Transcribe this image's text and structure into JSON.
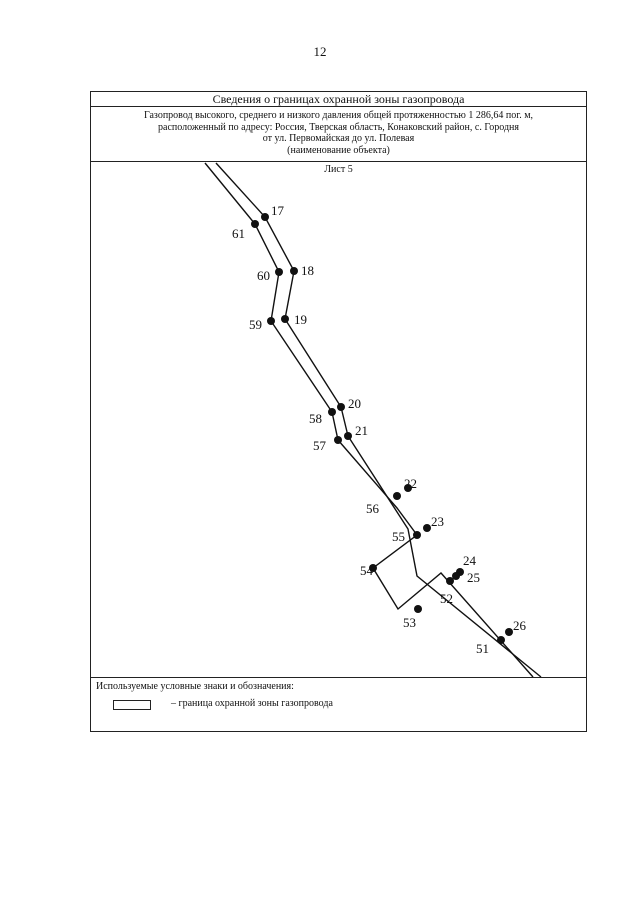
{
  "page_number": "12",
  "header": {
    "title": "Сведения о границах охранной зоны газопровода",
    "object_lines": [
      "Газопровод высокого, среднего и низкого давления общей протяженностью 1 286,64 пог. м,",
      "расположенный по адресу: Россия, Тверская область, Конаковский район, с. Городня",
      "от ул. Первомайская до ул. Полевая",
      "(наименование объекта)"
    ]
  },
  "sheet_label": "Лист 5",
  "points": [
    {
      "label": "17"
    },
    {
      "label": "61"
    },
    {
      "label": "18"
    },
    {
      "label": "60"
    },
    {
      "label": "19"
    },
    {
      "label": "59"
    },
    {
      "label": "20"
    },
    {
      "label": "58"
    },
    {
      "label": "21"
    },
    {
      "label": "57"
    },
    {
      "label": "22"
    },
    {
      "label": "56"
    },
    {
      "label": "23"
    },
    {
      "label": "55"
    },
    {
      "label": "24"
    },
    {
      "label": "25"
    },
    {
      "label": "54"
    },
    {
      "label": "52"
    },
    {
      "label": "53"
    },
    {
      "label": "26"
    },
    {
      "label": "51"
    }
  ],
  "legend": {
    "title": "Используемые условные знаки и обозначения:",
    "items": [
      {
        "text": "– граница охранной зоны газопровода"
      }
    ]
  }
}
